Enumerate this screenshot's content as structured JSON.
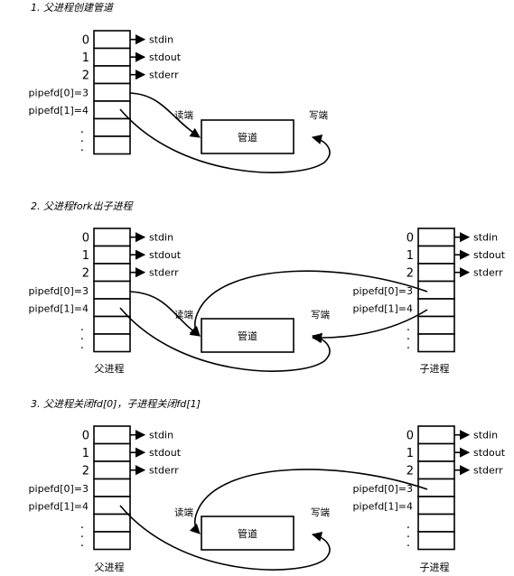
{
  "sections": [
    {
      "title": "1. 父进程创建管道",
      "parent": {
        "fd_numbers": [
          "0",
          "1",
          "2"
        ],
        "fd_pipe_labels": [
          "pipefd[0]=3",
          "pipefd[1]=4"
        ],
        "stdio_names": [
          "stdin",
          "stdout",
          "stderr"
        ],
        "dots": [
          ".",
          ".",
          "."
        ],
        "caption": ""
      },
      "pipe_label": "管道",
      "read_end": "读端",
      "write_end": "写端"
    },
    {
      "title": "2. 父进程fork出子进程",
      "parent": {
        "fd_numbers": [
          "0",
          "1",
          "2"
        ],
        "fd_pipe_labels": [
          "pipefd[0]=3",
          "pipefd[1]=4"
        ],
        "stdio_names": [
          "stdin",
          "stdout",
          "stderr"
        ],
        "dots": [
          ".",
          ".",
          "."
        ],
        "caption": "父进程"
      },
      "child": {
        "fd_numbers": [
          "0",
          "1",
          "2"
        ],
        "fd_pipe_labels": [
          "pipefd[0]=3",
          "pipefd[1]=4"
        ],
        "stdio_names": [
          "stdin",
          "stdout",
          "stderr"
        ],
        "dots": [
          ".",
          ".",
          "."
        ],
        "caption": "子进程"
      },
      "pipe_label": "管道",
      "read_end": "读端",
      "write_end": "写端"
    },
    {
      "title": "3. 父进程关闭fd[0]，子进程关闭fd[1]",
      "parent": {
        "fd_numbers": [
          "0",
          "1",
          "2"
        ],
        "fd_pipe_labels": [
          "pipefd[0]=3",
          "pipefd[1]=4"
        ],
        "stdio_names": [
          "stdin",
          "stdout",
          "stderr"
        ],
        "dots": [
          ".",
          ".",
          "."
        ],
        "caption": "父进程"
      },
      "child": {
        "fd_numbers": [
          "0",
          "1",
          "2"
        ],
        "fd_pipe_labels": [
          "pipefd[0]=3",
          "pipefd[1]=4"
        ],
        "stdio_names": [
          "stdin",
          "stdout",
          "stderr"
        ],
        "dots": [
          ".",
          ".",
          "."
        ],
        "caption": "子进程"
      },
      "pipe_label": "管道",
      "read_end": "读端",
      "write_end": "写端"
    }
  ]
}
